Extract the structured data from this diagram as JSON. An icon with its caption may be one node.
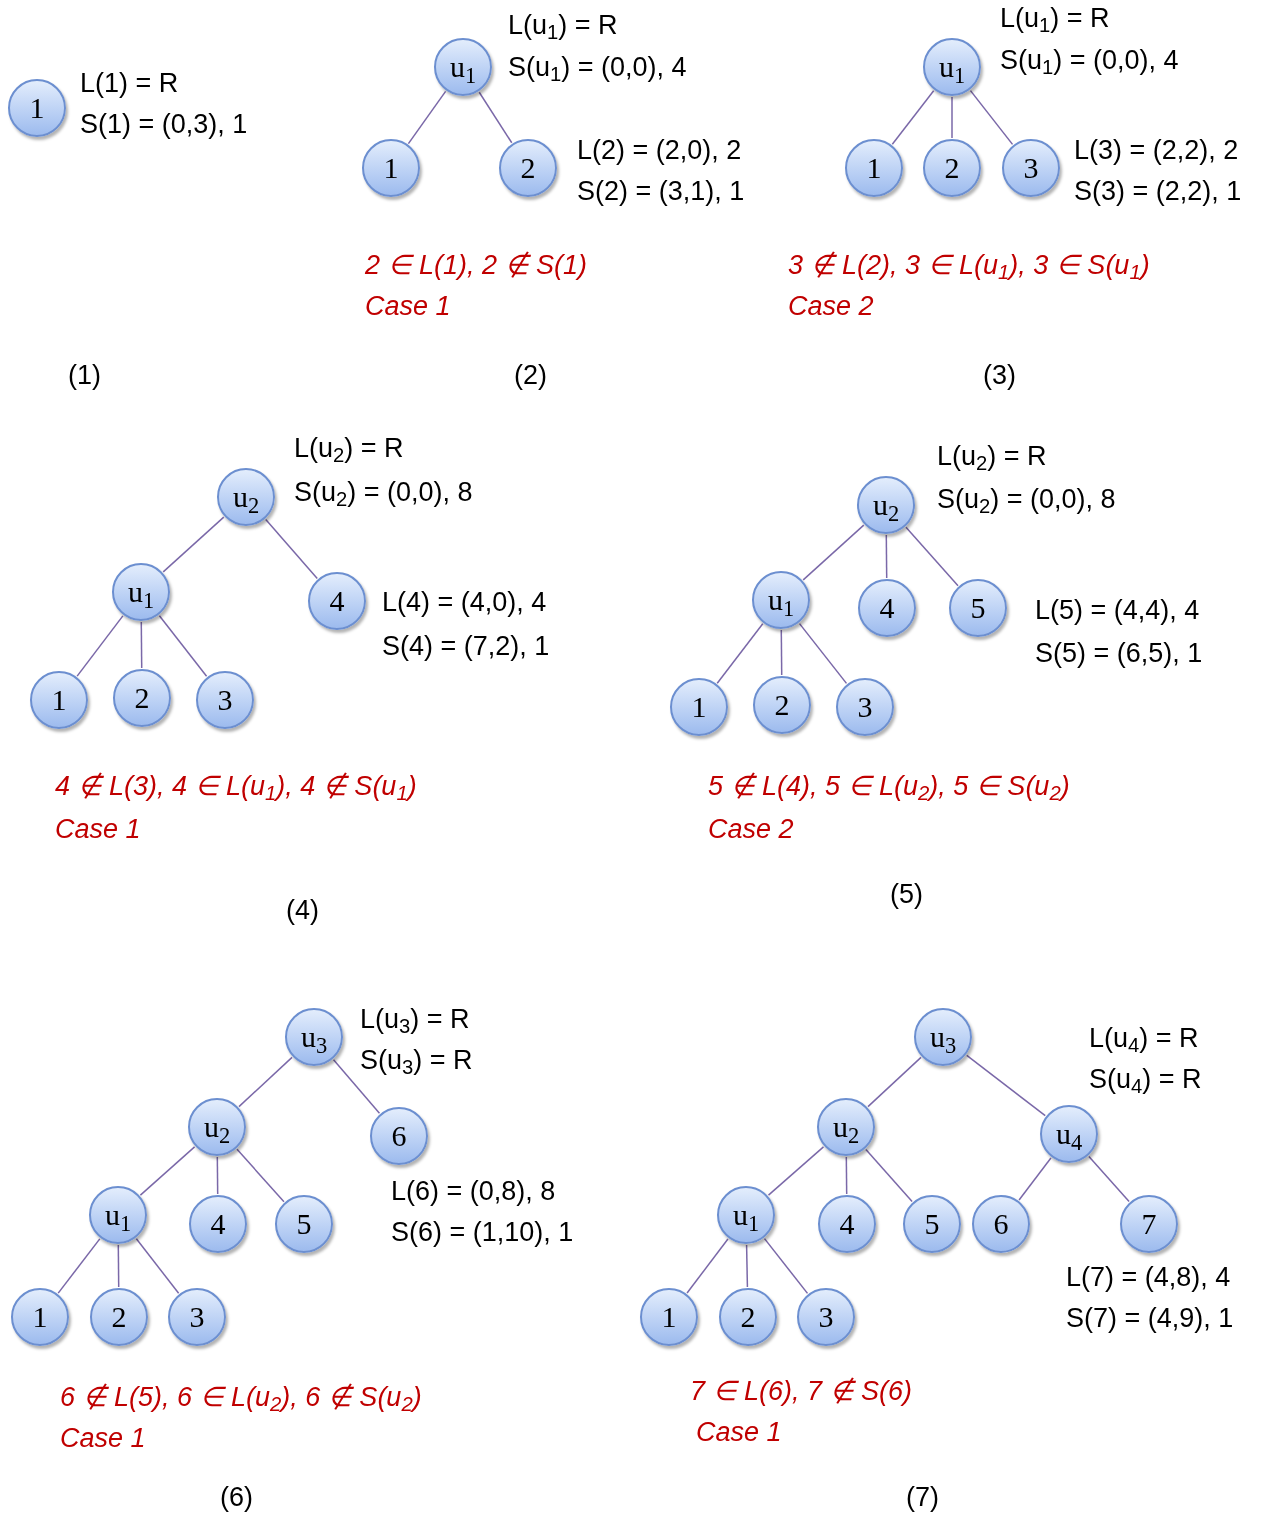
{
  "diagram": {
    "nodes": [
      {
        "text": [
          "1"
        ]
      },
      {
        "text": [
          "u$_{1}$"
        ]
      },
      {
        "text": [
          "1"
        ]
      },
      {
        "text": [
          "2"
        ]
      },
      {
        "text": [
          "u$_{1}$"
        ]
      },
      {
        "text": [
          "1"
        ]
      },
      {
        "text": [
          "2"
        ]
      },
      {
        "text": [
          "3"
        ]
      },
      {
        "text": [
          "u$_{2}$"
        ]
      },
      {
        "text": [
          "u$_{1}$"
        ]
      },
      {
        "text": [
          "4"
        ]
      },
      {
        "text": [
          "1"
        ]
      },
      {
        "text": [
          "2"
        ]
      },
      {
        "text": [
          "3"
        ]
      },
      {
        "text": [
          "u$_{2}$"
        ]
      },
      {
        "text": [
          "u$_{1}$"
        ]
      },
      {
        "text": [
          "4"
        ]
      },
      {
        "text": [
          "5"
        ]
      },
      {
        "text": [
          "1"
        ]
      },
      {
        "text": [
          "2"
        ]
      },
      {
        "text": [
          "3"
        ]
      },
      {
        "text": [
          "u$_{3}$"
        ]
      },
      {
        "text": [
          "u$_{2}$"
        ]
      },
      {
        "text": [
          "6"
        ]
      },
      {
        "text": [
          "u$_{1}$"
        ]
      },
      {
        "text": [
          "4"
        ]
      },
      {
        "text": [
          "5"
        ]
      },
      {
        "text": [
          "1"
        ]
      },
      {
        "text": [
          "2"
        ]
      },
      {
        "text": [
          "3"
        ]
      },
      {
        "text": [
          "u$_{3}$"
        ]
      },
      {
        "text": [
          "u$_{2}$"
        ]
      },
      {
        "text": [
          "u$_{4}$"
        ]
      },
      {
        "text": [
          "u$_{1}$"
        ]
      },
      {
        "text": [
          "4"
        ]
      },
      {
        "text": [
          "5"
        ]
      },
      {
        "text": [
          "6"
        ]
      },
      {
        "text": [
          "7"
        ]
      },
      {
        "text": [
          "1"
        ]
      },
      {
        "text": [
          "2"
        ]
      },
      {
        "text": [
          "3"
        ]
      }
    ],
    "edges": [
      {
        "from": 1,
        "to": 2,
        "arrow": "none"
      },
      {
        "from": 1,
        "to": 3,
        "arrow": "none"
      },
      {
        "from": 4,
        "to": 5,
        "arrow": "none"
      },
      {
        "from": 4,
        "to": 6,
        "arrow": "none"
      },
      {
        "from": 4,
        "to": 7,
        "arrow": "none"
      },
      {
        "from": 8,
        "to": 9,
        "arrow": "none"
      },
      {
        "from": 8,
        "to": 10,
        "arrow": "none"
      },
      {
        "from": 9,
        "to": 11,
        "arrow": "none"
      },
      {
        "from": 9,
        "to": 12,
        "arrow": "none"
      },
      {
        "from": 9,
        "to": 13,
        "arrow": "none"
      },
      {
        "from": 14,
        "to": 15,
        "arrow": "none"
      },
      {
        "from": 14,
        "to": 16,
        "arrow": "none"
      },
      {
        "from": 14,
        "to": 17,
        "arrow": "none"
      },
      {
        "from": 15,
        "to": 18,
        "arrow": "none"
      },
      {
        "from": 15,
        "to": 19,
        "arrow": "none"
      },
      {
        "from": 15,
        "to": 20,
        "arrow": "none"
      },
      {
        "from": 21,
        "to": 22,
        "arrow": "none"
      },
      {
        "from": 21,
        "to": 23,
        "arrow": "none"
      },
      {
        "from": 22,
        "to": 24,
        "arrow": "none"
      },
      {
        "from": 22,
        "to": 25,
        "arrow": "none"
      },
      {
        "from": 22,
        "to": 26,
        "arrow": "none"
      },
      {
        "from": 24,
        "to": 27,
        "arrow": "none"
      },
      {
        "from": 24,
        "to": 28,
        "arrow": "none"
      },
      {
        "from": 24,
        "to": 29,
        "arrow": "none"
      },
      {
        "from": 30,
        "to": 31,
        "arrow": "none"
      },
      {
        "from": 30,
        "to": 32,
        "arrow": "none"
      },
      {
        "from": 31,
        "to": 33,
        "arrow": "none"
      },
      {
        "from": 31,
        "to": 34,
        "arrow": "none"
      },
      {
        "from": 31,
        "to": 35,
        "arrow": "none"
      },
      {
        "from": 32,
        "to": 36,
        "arrow": "none"
      },
      {
        "from": 32,
        "to": 37,
        "arrow": "none"
      },
      {
        "from": 33,
        "to": 38,
        "arrow": "none"
      },
      {
        "from": 33,
        "to": 39,
        "arrow": "none"
      },
      {
        "from": 33,
        "to": 40,
        "arrow": "none"
      }
    ],
    "labels": [
      "L(1) = R",
      "S(1) = (0,3), 1",
      "(1)",
      "L(u$_{1}$) = R",
      "S(u$_{1}$) = (0,0), 4",
      "L(2) = (2,0), 2",
      "S(2) = (3,1), 1",
      "2 ∈ L(1), 2 ∉ S(1)",
      "Case 1",
      "(2)",
      "L(u$_{1}$) = R",
      "S(u$_{1}$) = (0,0), 4",
      "L(3) = (2,2), 2",
      "S(3) = (2,2), 1",
      "3 ∉ L(2), 3 ∈ L(u$_{1}$), 3 ∈ S(u$_{1}$)",
      "Case 2",
      "(3)",
      "L(u$_{2}$) = R",
      "S(u$_{2}$) = (0,0), 8",
      "L(4) = (4,0), 4",
      "S(4) = (7,2), 1",
      "4 ∉ L(3), 4 ∈ L(u$_{1}$), 4 ∉ S(u$_{1}$)",
      "Case 1",
      "(4)",
      "L(u$_{2}$) = R",
      "S(u$_{2}$) = (0,0), 8",
      "L(5) = (4,4), 4",
      "S(5) = (6,5), 1",
      "5 ∉ L(4), 5 ∈ L(u$_{2}$), 5 ∈ S(u$_{2}$)",
      "Case 2",
      "(5)",
      "L(u$_{3}$) = R",
      "S(u$_{3}$) = R",
      "L(6) = (0,8), 8",
      "S(6) = (1,10), 1",
      "6 ∉ L(5), 6 ∈ L(u$_{2}$), 6 ∉ S(u$_{2}$)",
      "Case 1",
      "(6)",
      "L(u$_{4}$) = R",
      "S(u$_{4}$) = R",
      "L(7) = (4,8), 4",
      "S(7) = (4,9), 1",
      "7 ∈ L(6), 7 ∉ S(6)",
      "Case 1",
      "(7)"
    ]
  }
}
